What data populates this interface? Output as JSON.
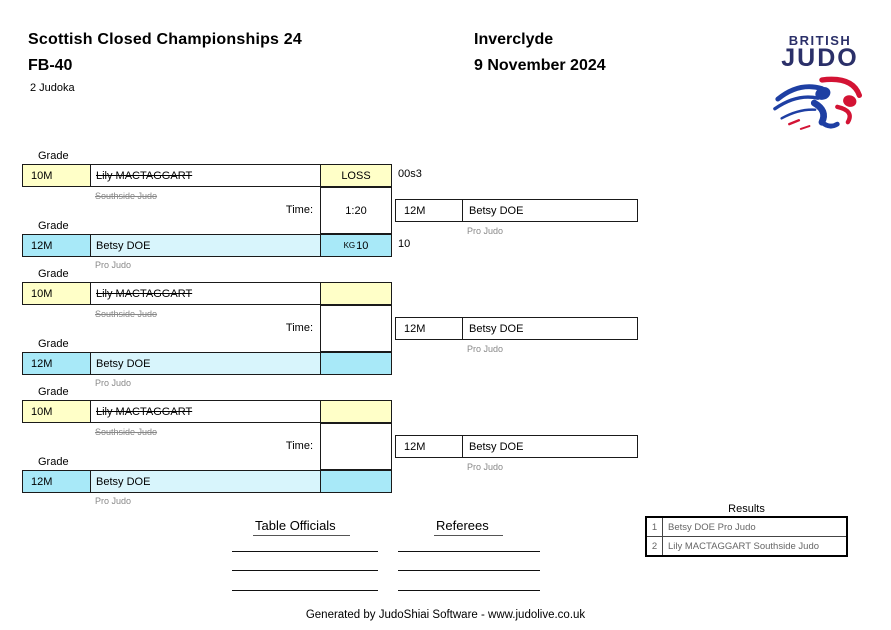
{
  "header": {
    "title": "Scottish Closed Championships 24",
    "category": "FB-40",
    "judoka_count": "2 Judoka",
    "venue": "Inverclyde",
    "date": "9 November 2024"
  },
  "logo": {
    "line1": "BRITISH",
    "line2": "JUDO"
  },
  "labels": {
    "grade": "Grade",
    "time": "Time:",
    "table_officials": "Table Officials",
    "referees": "Referees"
  },
  "colors": {
    "yellow": "#FFFFC8",
    "cyan": "#A8E9F8",
    "cyan_light": "#D8F5FC",
    "logo_navy": "#2B3069",
    "logo_blue": "#1E3FA3",
    "logo_red": "#D31334"
  },
  "brackets": [
    {
      "top": {
        "grade": "10M",
        "name": "Lily MACTAGGART",
        "club": "Southside Judo",
        "result": "LOSS",
        "score": "00s3"
      },
      "time": "1:20",
      "bottom": {
        "grade": "12M",
        "name": "Betsy DOE",
        "club": "Pro Judo",
        "result_small": "KG",
        "result": "10",
        "score": "10"
      },
      "winner": {
        "grade": "12M",
        "name": "Betsy DOE",
        "club": "Pro Judo"
      }
    },
    {
      "top": {
        "grade": "10M",
        "name": "Lily MACTAGGART",
        "club": "Southside Judo",
        "result": "",
        "score": ""
      },
      "time": "",
      "bottom": {
        "grade": "12M",
        "name": "Betsy DOE",
        "club": "Pro Judo",
        "result_small": "",
        "result": "",
        "score": ""
      },
      "winner": {
        "grade": "12M",
        "name": "Betsy DOE",
        "club": "Pro Judo"
      }
    },
    {
      "top": {
        "grade": "10M",
        "name": "Lily MACTAGGART",
        "club": "Southside Judo",
        "result": "",
        "score": ""
      },
      "time": "",
      "bottom": {
        "grade": "12M",
        "name": "Betsy DOE",
        "club": "Pro Judo",
        "result_small": "",
        "result": "",
        "score": ""
      },
      "winner": {
        "grade": "12M",
        "name": "Betsy DOE",
        "club": "Pro Judo"
      }
    }
  ],
  "results": {
    "title": "Results",
    "rows": [
      {
        "place": "1",
        "name": "Betsy DOE Pro Judo"
      },
      {
        "place": "2",
        "name": "Lily MACTAGGART Southside Judo"
      }
    ]
  },
  "footer": "Generated by JudoShiai Software - www.judolive.co.uk"
}
